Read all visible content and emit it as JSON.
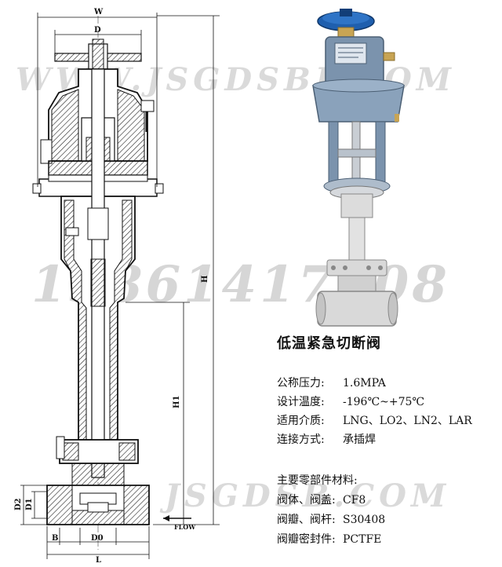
{
  "watermarks": {
    "top": "WWW.JSGDSBF.COM",
    "middle": "13861417008",
    "bottom": "JSGDSB.COM"
  },
  "dimensions": {
    "W": "W",
    "D": "D",
    "H": "H",
    "H1": "H1",
    "D2": "D2",
    "D1": "D1",
    "B": "B",
    "D0": "D0",
    "L": "L",
    "flow": "FLOW"
  },
  "product": {
    "title": "低温紧急切断阀"
  },
  "specs": [
    {
      "label": "公称压力:",
      "value": "1.6MPA"
    },
    {
      "label": "设计温度:",
      "value": "-196℃~+75℃"
    },
    {
      "label": "适用介质:",
      "value": "LNG、LO2、LN2、LAR"
    },
    {
      "label": "连接方式:",
      "value": "承插焊"
    }
  ],
  "materials": {
    "heading": "主要零部件材料:",
    "items": [
      {
        "label": "阀体、阀盖:",
        "value": "CF8"
      },
      {
        "label": "阀瓣、阀杆:",
        "value": "S30408"
      },
      {
        "label": "阀瓣密封件:",
        "value": "PCTFE"
      }
    ]
  },
  "colors": {
    "handwheel": "#1f5fae",
    "actuator": "#7b93ad",
    "body": "#d9d9d9",
    "hatch": "#222222"
  }
}
